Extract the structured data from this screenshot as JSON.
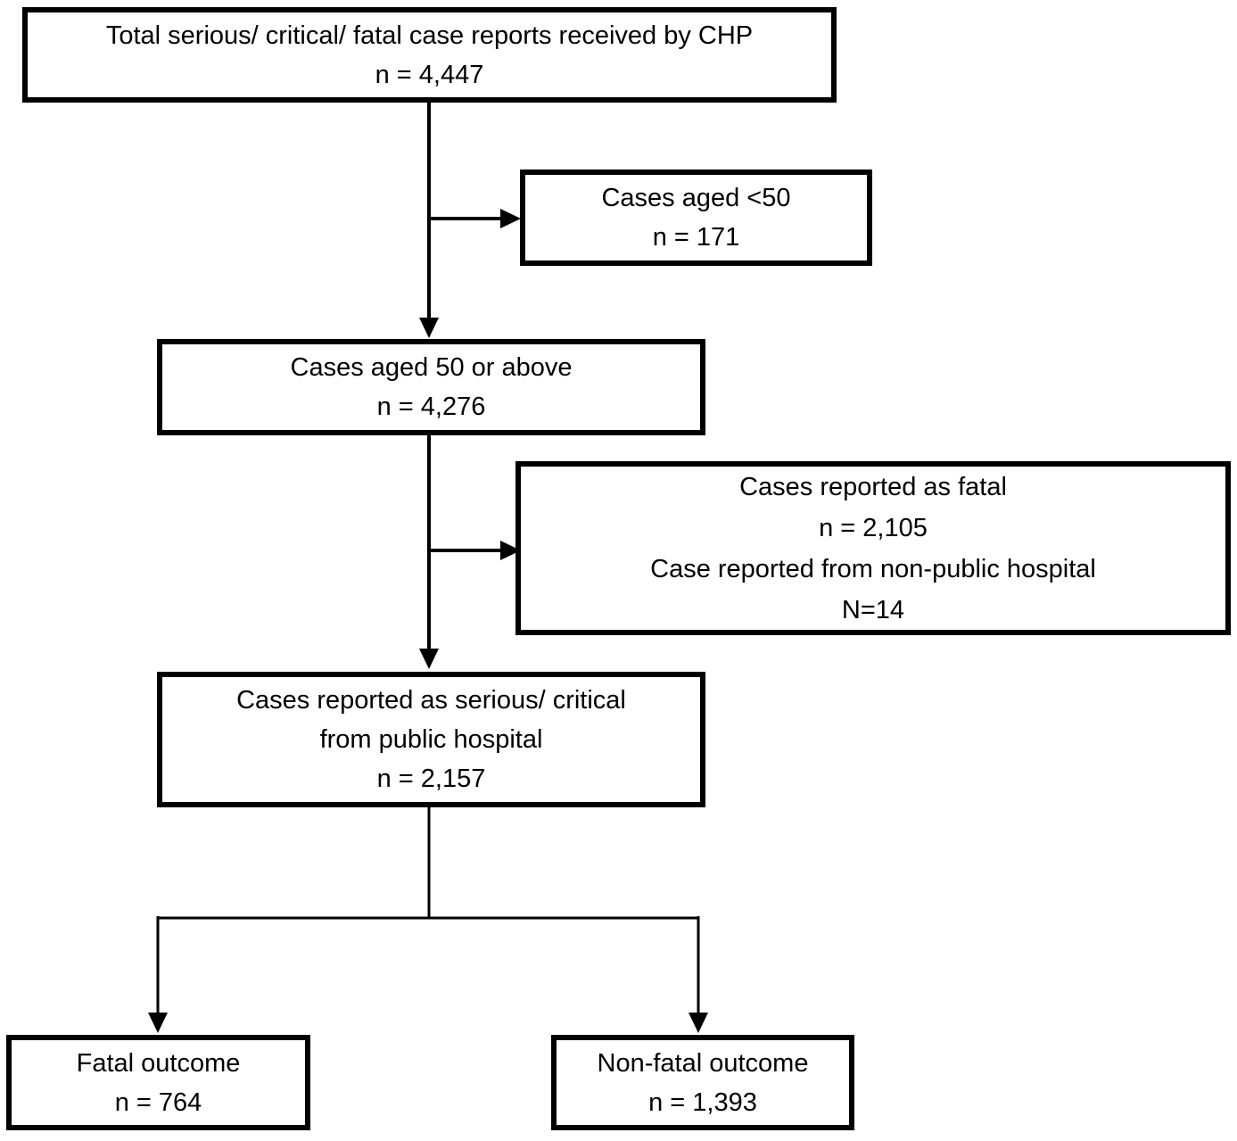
{
  "diagram": {
    "type": "flowchart",
    "background_color": "#ffffff",
    "line_color": "#000000",
    "text_color": "#000000",
    "nodes": {
      "total": {
        "lines": [
          "Total serious/ critical/ fatal case reports received by CHP",
          "n = 4,447"
        ]
      },
      "aged_under_50": {
        "lines": [
          "Cases aged <50",
          "n = 171"
        ]
      },
      "aged_50_or_above": {
        "lines": [
          "Cases aged 50 or above",
          "n = 4,276"
        ]
      },
      "fatal_or_nonpublic": {
        "lines": [
          "Cases reported as fatal",
          "n = 2,105",
          "Case reported from non-public hospital",
          "N=14"
        ]
      },
      "serious_public": {
        "lines": [
          "Cases reported as serious/ critical",
          "from public hospital",
          "n = 2,157"
        ]
      },
      "fatal_outcome": {
        "lines": [
          "Fatal outcome",
          "n = 764"
        ]
      },
      "nonfatal_outcome": {
        "lines": [
          "Non-fatal outcome",
          "n = 1,393"
        ]
      }
    },
    "edges": [
      {
        "from": "total",
        "to": "aged_50_or_above",
        "style": "arrow-down"
      },
      {
        "from": "total",
        "to": "aged_under_50",
        "style": "arrow-right-branch"
      },
      {
        "from": "aged_50_or_above",
        "to": "serious_public",
        "style": "arrow-down"
      },
      {
        "from": "aged_50_or_above",
        "to": "fatal_or_nonpublic",
        "style": "arrow-right-branch"
      },
      {
        "from": "serious_public",
        "to": "fatal_outcome",
        "style": "arrow-down-split"
      },
      {
        "from": "serious_public",
        "to": "nonfatal_outcome",
        "style": "arrow-down-split"
      }
    ]
  }
}
